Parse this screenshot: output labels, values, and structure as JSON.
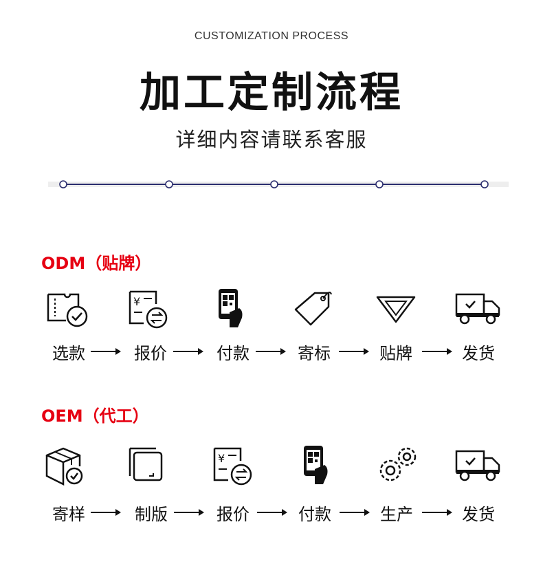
{
  "header": {
    "subtitle_en": "CUSTOMIZATION PROCESS",
    "title": "加工定制流程",
    "subtitle_cn": "详细内容请联系客服"
  },
  "odm": {
    "title": "ODM（贴牌）",
    "steps": [
      {
        "label": "选款",
        "icon": "ticket-check-icon"
      },
      {
        "label": "报价",
        "icon": "yen-exchange-icon"
      },
      {
        "label": "付款",
        "icon": "phone-qr-pay-icon"
      },
      {
        "label": "寄标",
        "icon": "tag-icon"
      },
      {
        "label": "贴牌",
        "icon": "diamond-badge-icon"
      },
      {
        "label": "发货",
        "icon": "delivery-truck-icon"
      }
    ]
  },
  "oem": {
    "title": "OEM（代工）",
    "steps": [
      {
        "label": "寄样",
        "icon": "box-check-icon"
      },
      {
        "label": "制版",
        "icon": "template-board-icon"
      },
      {
        "label": "报价",
        "icon": "yen-exchange-icon"
      },
      {
        "label": "付款",
        "icon": "phone-qr-pay-icon"
      },
      {
        "label": "生产",
        "icon": "gears-icon"
      },
      {
        "label": "发货",
        "icon": "delivery-truck-icon"
      }
    ]
  },
  "colors": {
    "accent": "#e60012",
    "text": "#111111",
    "line": "#2b2d6e"
  }
}
